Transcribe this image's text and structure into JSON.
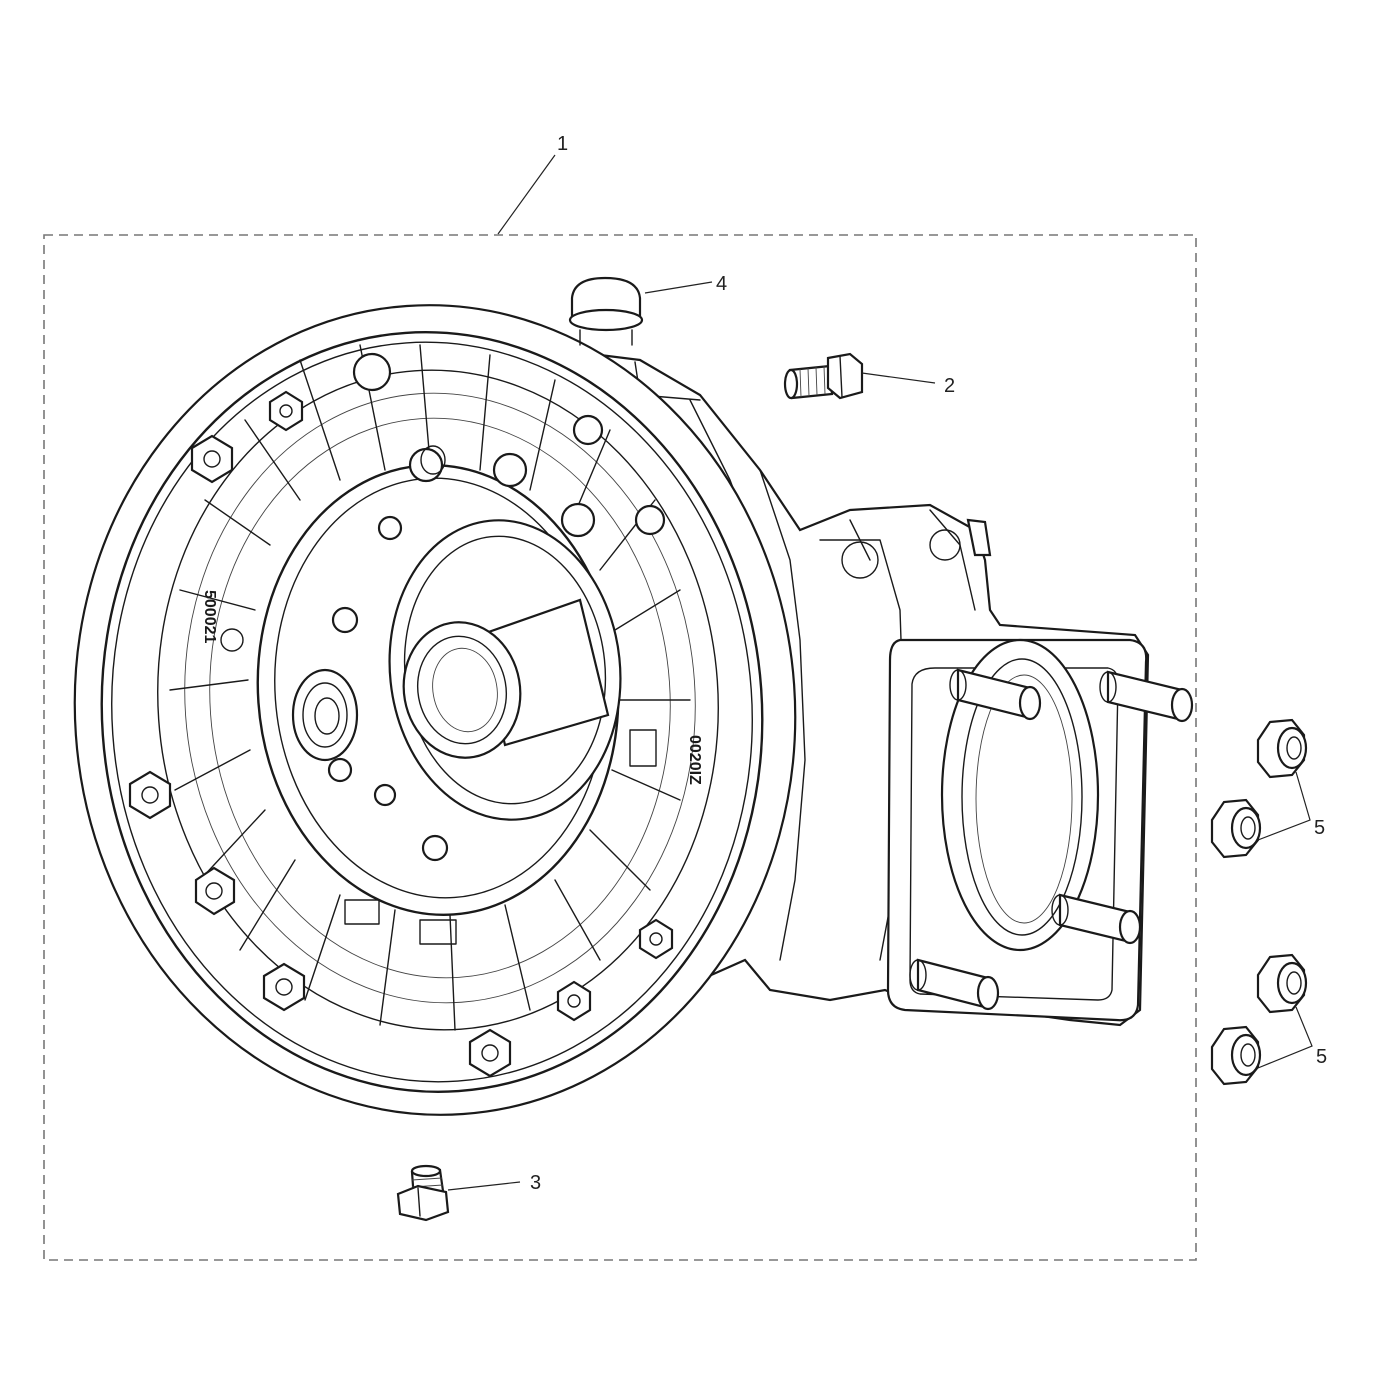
{
  "callouts": {
    "c1": "1",
    "c2": "2",
    "c3": "3",
    "c4": "4",
    "c5a": "5",
    "c5b": "5"
  },
  "stamps": {
    "casing_code_left": "500021",
    "casing_code_right": "0020IZ"
  },
  "colors": {
    "line": "#1a1a1a",
    "background": "#ffffff",
    "dashed_box": "#777777"
  }
}
